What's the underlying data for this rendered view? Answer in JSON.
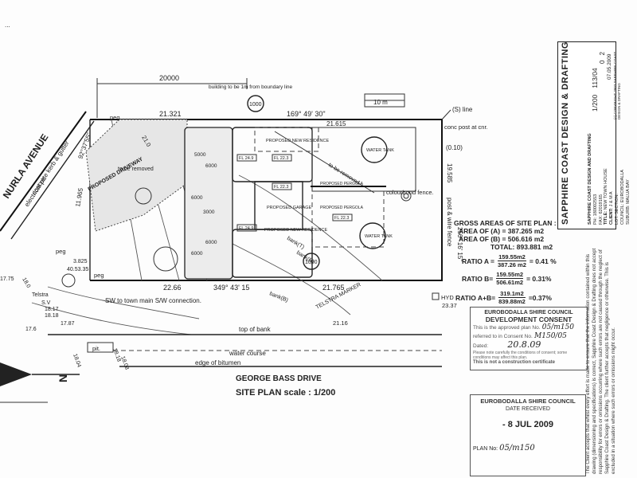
{
  "top_left": {
    "mark": "..."
  },
  "dims": {
    "top": "20000",
    "building_note": "building to be 1m from boundary line",
    "circle_1000_top": "1000",
    "ten_m": "10 m",
    "top_boundary": "21.321",
    "bearing_top": "169°  49'  30\"",
    "inner_top": "21.615",
    "s_line": "(S) line",
    "conc_post": "conc post at cnr.",
    "offset": "(0.10)",
    "right_side": "19.585",
    "post_wire": "post & wire fence",
    "bearing_right": "256° 16' 15\"",
    "bottom_left": "22.66",
    "bearing_bottom": "349° 43' 15",
    "bottom_right": "21.765",
    "left_side": "11.965",
    "circle_1000_bottom": "1000",
    "angle_label": "92°37'55\""
  },
  "labels": {
    "nurla_avenue": "NURLA AVENUE",
    "concrete_kerb": "concrete kerb & gutter",
    "electrical_pit": "electrical pit",
    "proposed_driveway": "PROPOSED DRIVEWAY",
    "to_be_removed_1": "to be removed",
    "to_be_removed_2": "to be removed",
    "proposed_residence_top": "PROPOSED NEW RESIDENCE",
    "proposed_residence_bottom": "PROPOSED NEW RESIDENCE",
    "proposed_garage": "PROPOSED GARAGE",
    "pergola_top": "PROPOSED PERGOLA",
    "pergola_bottom": "PROPOSED PERGOLA",
    "water_tank_top": "WATER TANK",
    "water_tank_bottom": "WATER TANK",
    "colourbond": "colourbond fence.",
    "fl_1": "FL 24.9",
    "fl_2": "FL 22.3",
    "fl_3": "FL 22.3",
    "fl_4": "FL 24.9",
    "fl_5": "FL 22.3",
    "bank_1": "bank(T)",
    "bank_2": "bank(B)",
    "bank_3": "bank(B)",
    "telstra_marker": "TELSTRA MARKER",
    "telstra": "Telstra",
    "hyd": "HYD",
    "hyd_level": "23.37",
    "peg_1": "peg",
    "peg_2": "peg",
    "peg_3": "peg",
    "sv": "S.V",
    "sw_connection": "SW to town main S/W connection.",
    "top_of_bank": "top of bank",
    "pit": "pit.",
    "water_course": "water course",
    "edge_bitumen": "edge of bitumen",
    "george_bass": "GEORGE BASS DRIVE",
    "site_plan": "SITE PLAN  scale : 1/200",
    "north": "N",
    "levels": [
      "18.0",
      "17.75",
      "17.6",
      "17.87",
      "18.04",
      "18.18",
      "18.08",
      "21.16",
      "21.0",
      "3.825",
      "40.53.35",
      "18.18",
      "18.17",
      "5000",
      "6000",
      "6000",
      "3000",
      "6000",
      "6000"
    ]
  },
  "gross_areas": {
    "title": "GROSS AREAS OF SITE PLAN :",
    "area_a": "AREA OF (A) = 387.265 m2",
    "area_b": "AREA OF (B) = 506.616 m2",
    "total": "TOTAL:  893.881 m2",
    "ratio_a_label": "RATIO A =",
    "ratio_a_num": "159.55m2",
    "ratio_a_den": "387.26 m2",
    "ratio_a_res": "= 0.41 %",
    "ratio_b_label": "RATIO B=",
    "ratio_b_num": "159.55m2",
    "ratio_b_den": "506.61m2",
    "ratio_b_res": "= 0.31%",
    "ratio_ab_label": "RATIO A+B=",
    "ratio_ab_num": "319.1m2",
    "ratio_ab_den": "839.88m2",
    "ratio_ab_res": "=0.37%"
  },
  "consent_stamp": {
    "council": "EUROBODALLA SHIRE COUNCIL",
    "title": "DEVELOPMENT CONSENT",
    "line1": "This is the approved plan No.",
    "hand_plan": "05/m150",
    "line2": "referred to in Consent No.",
    "hand_consent": "M150/05",
    "dated_label": "Dated:",
    "hand_date": "20.8.09",
    "note": "Please note carefully the conditions of consent; some conditions may affect this plan.",
    "footer": "This is not a construction certificate"
  },
  "received_stamp": {
    "council": "EUROBODALLA SHIRE COUNCIL",
    "date_received": "DATE RECEIVED",
    "date": "- 8 JUL 2009",
    "plan_no_label": "PLAN No:",
    "hand_plan_no": "05/m150"
  },
  "disclaimer": "The Client accepts that whilst every effort is made to ensure that the information contained within this drawing (dimensioning and specifications) is correct, Sapphire Coast Design & Drafting does not accept responsibility for errors or omissions occurring where such errors are not caused through the neglect of Sapphire Coast Design & Drafting. The client further accepts that negligence or otherwise. This is excluded in a situation where such errors or omissions might occur.",
  "title_block": {
    "company": "SAPPHIRE COAST DESIGN & DRAFTING",
    "company_small": "SAPPHIRE COAST DESIGN AND DRAFTING",
    "ph": "PH: 180002553",
    "fax": "FAX: 62019165",
    "title_label": "TITLE:",
    "title": "NEW TOWN HOUSE",
    "client_label": "CLIENT:",
    "client": "J & M A",
    "lot": "LOT:       SECTION:",
    "council": "COUNCIL: EUROBODALLA",
    "suburb": "SUBURB: MALUA BAY",
    "scale_label": "SCALE",
    "scale": "1/200",
    "drawing_no_label": "DRAWING NUMBER",
    "drawing_no": "113/04",
    "sheet_label": "SHEET",
    "sheet": "0",
    "issue_label": "ISSUE",
    "issue": "2",
    "date_label": "DATE",
    "date": "07.05.2009",
    "drawn_label": "DRAWN",
    "drawn": "",
    "copyright": "(c) COPYRIGHT 2003 SAPPHIRE COAST DESIGN & DRAFTING"
  }
}
